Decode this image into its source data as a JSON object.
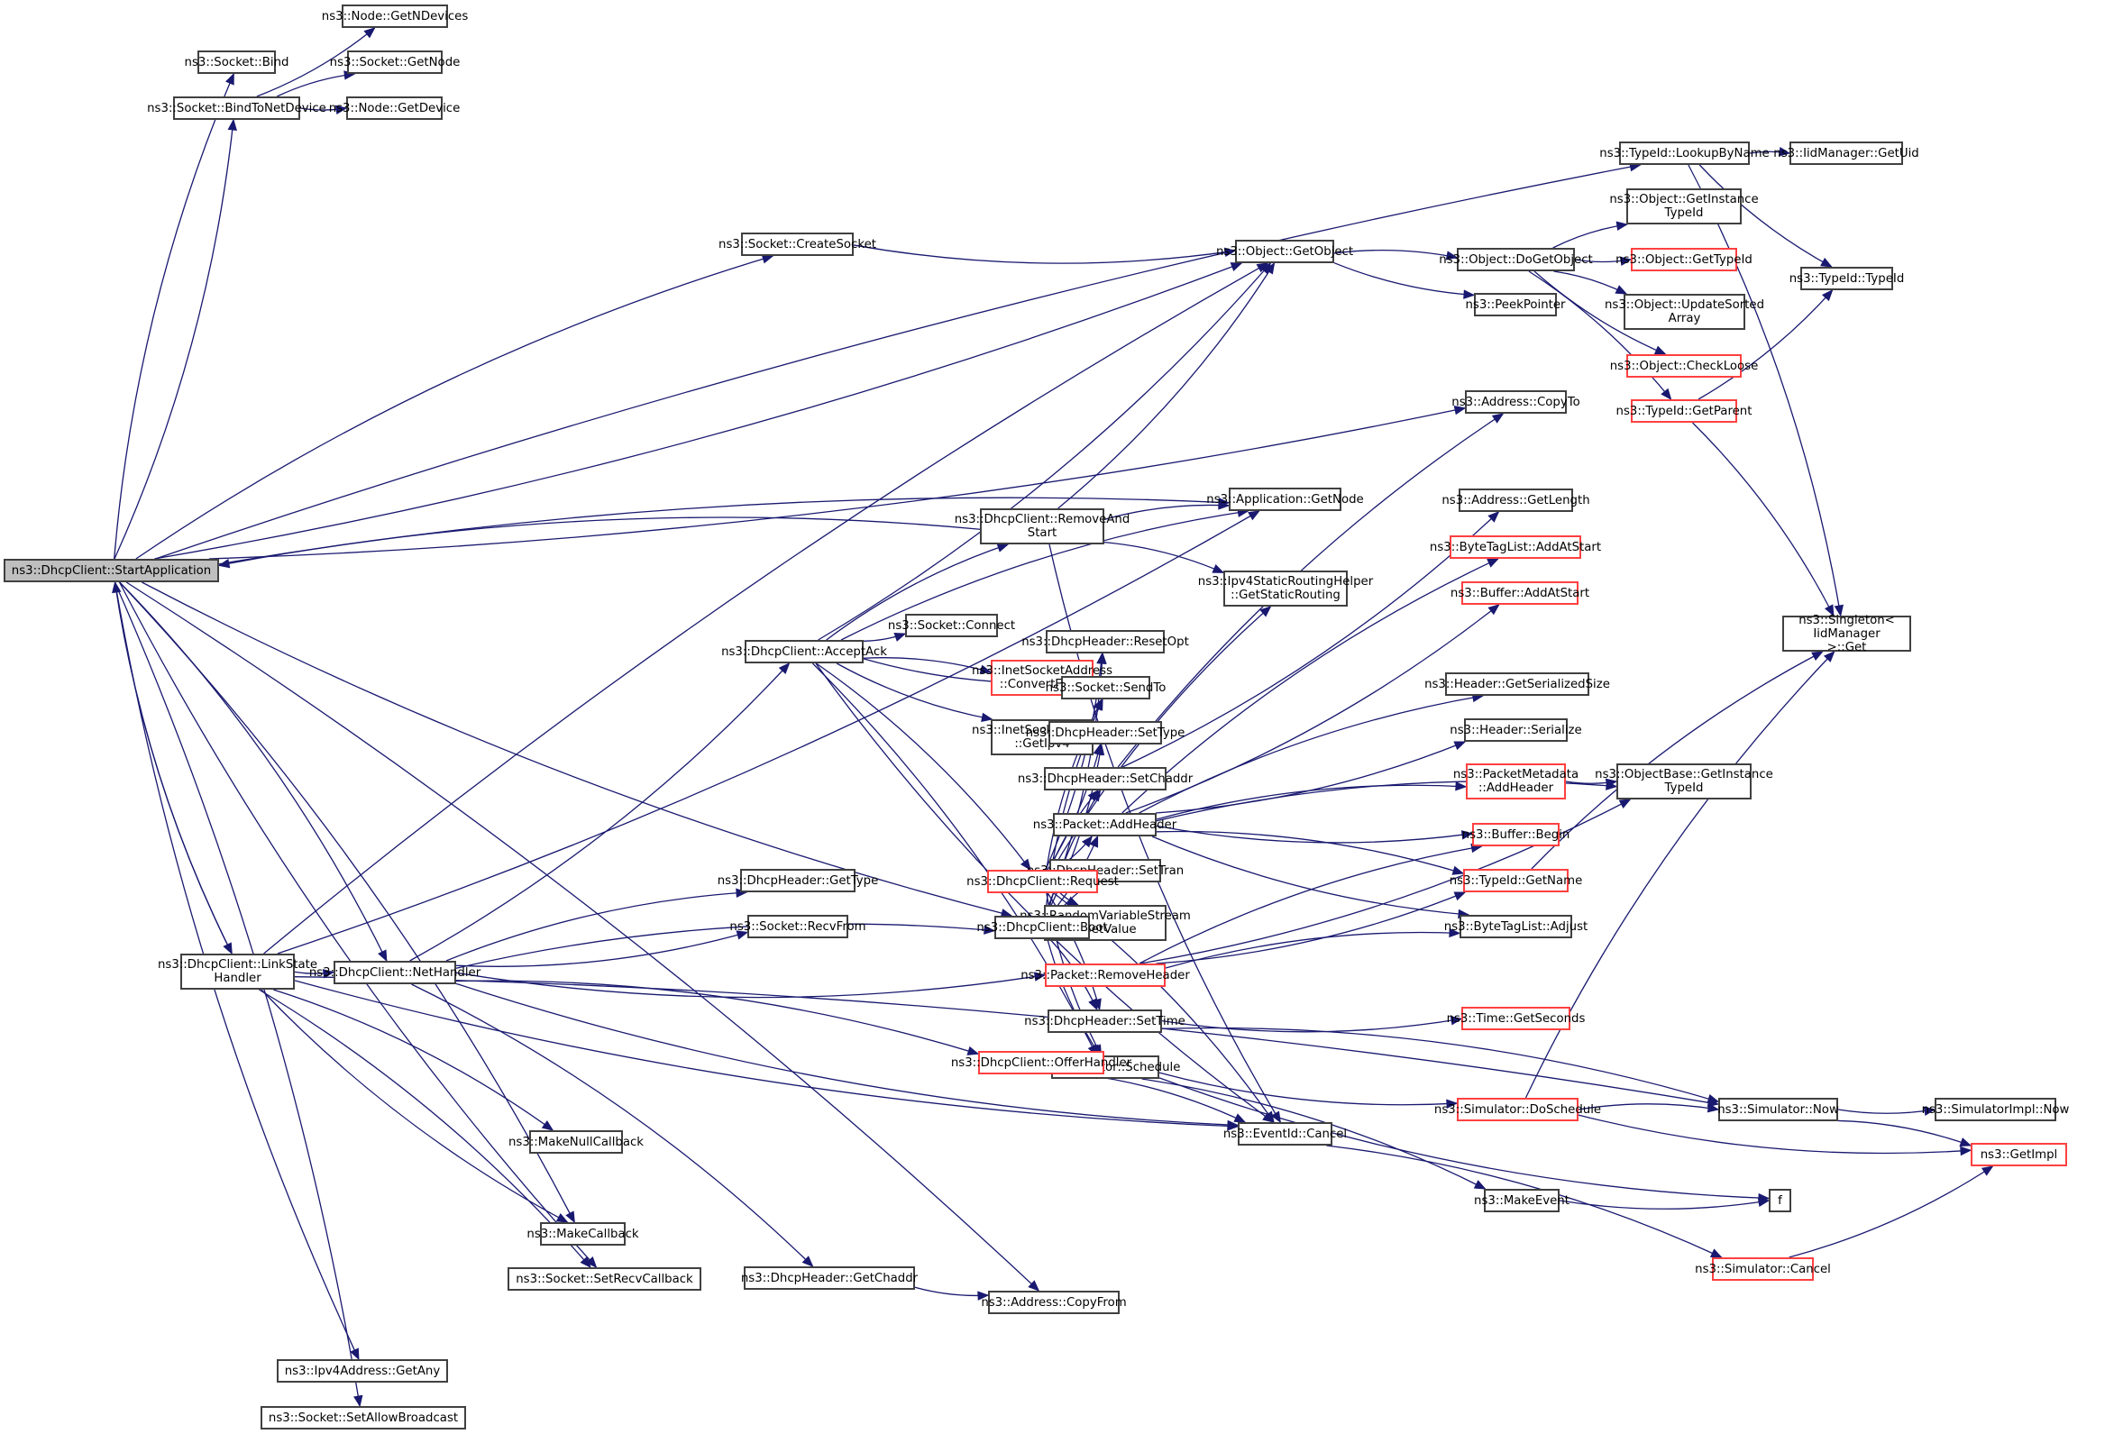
{
  "graph": {
    "type": "call-graph",
    "root": "start_application",
    "colors": {
      "edge": "#191970",
      "node_border": "#404040",
      "external_border": "#ff4040",
      "root_fill": "#bfbfbf",
      "background": "#ffffff"
    },
    "nodes": [
      {
        "id": "start_application",
        "label": "ns3::DhcpClient::StartApplication",
        "root": true
      },
      {
        "id": "socket_bind",
        "label": "ns3::Socket::Bind"
      },
      {
        "id": "bind_to_net_device",
        "label": "ns3::Socket::BindToNetDevice"
      },
      {
        "id": "node_getndevices",
        "label": "ns3::Node::GetNDevices"
      },
      {
        "id": "socket_getnode",
        "label": "ns3::Socket::GetNode"
      },
      {
        "id": "node_getdevice",
        "label": "ns3::Node::GetDevice"
      },
      {
        "id": "typeid_lookupbyname",
        "label": "ns3::TypeId::LookupByName"
      },
      {
        "id": "iidmanager_getuid",
        "label": "ns3::IidManager::GetUid"
      },
      {
        "id": "socket_createsocket",
        "label": "ns3::Socket::CreateSocket"
      },
      {
        "id": "object_getobject",
        "label": "ns3::Object::GetObject"
      },
      {
        "id": "object_dogetobject",
        "label": "ns3::Object::DoGetObject"
      },
      {
        "id": "peekpointer",
        "label": "ns3::PeekPointer"
      },
      {
        "id": "object_getinstancetypeid",
        "label": "ns3::Object::GetInstance\nTypeId"
      },
      {
        "id": "object_gettypeid",
        "label": "ns3::Object::GetTypeId",
        "red": true
      },
      {
        "id": "object_updatesortedarray",
        "label": "ns3::Object::UpdateSorted\nArray"
      },
      {
        "id": "object_checkloose",
        "label": "ns3::Object::CheckLoose",
        "red": true
      },
      {
        "id": "typeid_getparent",
        "label": "ns3::TypeId::GetParent",
        "red": true
      },
      {
        "id": "typeid_typeid",
        "label": "ns3::TypeId::TypeId"
      },
      {
        "id": "singleton_get",
        "label": "ns3::Singleton< IidManager\n >::Get"
      },
      {
        "id": "address_copyto",
        "label": "ns3::Address::CopyTo"
      },
      {
        "id": "application_getnode",
        "label": "ns3::Application::GetNode"
      },
      {
        "id": "removeandstart",
        "label": "ns3::DhcpClient::RemoveAnd\nStart"
      },
      {
        "id": "ipv4staticroutinghelper",
        "label": "ns3::Ipv4StaticRoutingHelper\n::GetStaticRouting"
      },
      {
        "id": "address_getlength",
        "label": "ns3::Address::GetLength"
      },
      {
        "id": "bytetaglist_addatstart",
        "label": "ns3::ByteTagList::AddAtStart",
        "red": true
      },
      {
        "id": "buffer_addatstart",
        "label": "ns3::Buffer::AddAtStart",
        "red": true
      },
      {
        "id": "header_getserializedsize",
        "label": "ns3::Header::GetSerializedSize"
      },
      {
        "id": "header_serialize",
        "label": "ns3::Header::Serialize"
      },
      {
        "id": "packetmetadata_addheader",
        "label": "ns3::PacketMetadata\n::AddHeader",
        "red": true
      },
      {
        "id": "objectbase_getinstancetypeid",
        "label": "ns3::ObjectBase::GetInstance\nTypeId"
      },
      {
        "id": "buffer_begin",
        "label": "ns3::Buffer::Begin",
        "red": true
      },
      {
        "id": "typeid_getname",
        "label": "ns3::TypeId::GetName",
        "red": true
      },
      {
        "id": "bytetaglist_adjust",
        "label": "ns3::ByteTagList::Adjust"
      },
      {
        "id": "acceptack",
        "label": "ns3::DhcpClient::AcceptAck"
      },
      {
        "id": "socket_connect",
        "label": "ns3::Socket::Connect"
      },
      {
        "id": "inetsocketaddress_convertfrom",
        "label": "ns3::InetSocketAddress\n::ConvertFrom",
        "red": true
      },
      {
        "id": "inetsocketaddress_getipv4",
        "label": "ns3::InetSocketAddress\n::GetIpv4"
      },
      {
        "id": "dhcpheader_resetopt",
        "label": "ns3::DhcpHeader::ResetOpt"
      },
      {
        "id": "socket_sendto",
        "label": "ns3::Socket::SendTo"
      },
      {
        "id": "dhcpheader_settype",
        "label": "ns3::DhcpHeader::SetType"
      },
      {
        "id": "dhcpheader_setchaddr",
        "label": "ns3::DhcpHeader::SetChaddr"
      },
      {
        "id": "packet_addheader",
        "label": "ns3::Packet::AddHeader"
      },
      {
        "id": "dhcpheader_settran",
        "label": "ns3::DhcpHeader::SetTran"
      },
      {
        "id": "randomvariablestream_getvalue",
        "label": "ns3::RandomVariableStream\n::GetValue"
      },
      {
        "id": "packet_removeheader",
        "label": "ns3::Packet::RemoveHeader",
        "red": true
      },
      {
        "id": "dhcpheader_settime",
        "label": "ns3::DhcpHeader::SetTime"
      },
      {
        "id": "time_getseconds",
        "label": "ns3::Time::GetSeconds",
        "red": true
      },
      {
        "id": "simulator_schedule",
        "label": "ns3::Simulator::Schedule"
      },
      {
        "id": "simulator_doschedule",
        "label": "ns3::Simulator::DoSchedule",
        "red": true
      },
      {
        "id": "simulator_now",
        "label": "ns3::Simulator::Now"
      },
      {
        "id": "simulatorimpl_now",
        "label": "ns3::SimulatorImpl::Now"
      },
      {
        "id": "getimpl",
        "label": "ns3::GetImpl",
        "red": true
      },
      {
        "id": "eventid_cancel",
        "label": "ns3::EventId::Cancel"
      },
      {
        "id": "makeevent",
        "label": "ns3::MakeEvent"
      },
      {
        "id": "f",
        "label": "f"
      },
      {
        "id": "simulator_cancel",
        "label": "ns3::Simulator::Cancel",
        "red": true
      },
      {
        "id": "dhcpclient_request",
        "label": "ns3::DhcpClient::Request",
        "red": true
      },
      {
        "id": "dhcpclient_boot",
        "label": "ns3::DhcpClient::Boot"
      },
      {
        "id": "dhcpheader_gettype",
        "label": "ns3::DhcpHeader::GetType"
      },
      {
        "id": "socket_recvfrom",
        "label": "ns3::Socket::RecvFrom"
      },
      {
        "id": "linkstatehandler",
        "label": "ns3::DhcpClient::LinkState\nHandler"
      },
      {
        "id": "nethandler",
        "label": "ns3::DhcpClient::NetHandler"
      },
      {
        "id": "offerhandler",
        "label": "ns3::DhcpClient::OfferHandler",
        "red": true
      },
      {
        "id": "makenullcallback",
        "label": "ns3::MakeNullCallback"
      },
      {
        "id": "makecallback",
        "label": "ns3::MakeCallback"
      },
      {
        "id": "socket_setrecvcallback",
        "label": "ns3::Socket::SetRecvCallback"
      },
      {
        "id": "dhcpheader_getchaddr",
        "label": "ns3::DhcpHeader::GetChaddr"
      },
      {
        "id": "address_copyfrom",
        "label": "ns3::Address::CopyFrom"
      },
      {
        "id": "ipv4address_getany",
        "label": "ns3::Ipv4Address::GetAny"
      },
      {
        "id": "socket_setallowbroadcast",
        "label": "ns3::Socket::SetAllowBroadcast"
      }
    ],
    "edges": [
      [
        "start_application",
        "socket_bind"
      ],
      [
        "start_application",
        "bind_to_net_device"
      ],
      [
        "start_application",
        "typeid_lookupbyname"
      ],
      [
        "start_application",
        "object_getobject"
      ],
      [
        "start_application",
        "socket_createsocket"
      ],
      [
        "start_application",
        "address_copyto"
      ],
      [
        "start_application",
        "application_getnode"
      ],
      [
        "start_application",
        "linkstatehandler"
      ],
      [
        "start_application",
        "nethandler"
      ],
      [
        "start_application",
        "dhcpclient_boot"
      ],
      [
        "start_application",
        "makecallback"
      ],
      [
        "start_application",
        "socket_setrecvcallback"
      ],
      [
        "start_application",
        "address_copyfrom"
      ],
      [
        "start_application",
        "ipv4address_getany"
      ],
      [
        "start_application",
        "socket_setallowbroadcast"
      ],
      [
        "bind_to_net_device",
        "node_getndevices"
      ],
      [
        "bind_to_net_device",
        "socket_getnode"
      ],
      [
        "bind_to_net_device",
        "node_getdevice"
      ],
      [
        "typeid_lookupbyname",
        "iidmanager_getuid"
      ],
      [
        "typeid_lookupbyname",
        "typeid_typeid"
      ],
      [
        "typeid_lookupbyname",
        "singleton_get"
      ],
      [
        "socket_createsocket",
        "object_getobject"
      ],
      [
        "object_getobject",
        "object_dogetobject"
      ],
      [
        "object_getobject",
        "peekpointer"
      ],
      [
        "object_dogetobject",
        "object_getinstancetypeid"
      ],
      [
        "object_dogetobject",
        "object_gettypeid"
      ],
      [
        "object_dogetobject",
        "object_updatesortedarray"
      ],
      [
        "object_dogetobject",
        "object_checkloose"
      ],
      [
        "object_dogetobject",
        "typeid_getparent"
      ],
      [
        "typeid_getparent",
        "typeid_typeid"
      ],
      [
        "typeid_getparent",
        "singleton_get"
      ],
      [
        "removeandstart",
        "start_application"
      ],
      [
        "removeandstart",
        "application_getnode"
      ],
      [
        "removeandstart",
        "object_getobject"
      ],
      [
        "removeandstart",
        "ipv4staticroutinghelper"
      ],
      [
        "removeandstart",
        "eventid_cancel"
      ],
      [
        "acceptack",
        "removeandstart"
      ],
      [
        "acceptack",
        "object_getobject"
      ],
      [
        "acceptack",
        "application_getnode"
      ],
      [
        "acceptack",
        "socket_connect"
      ],
      [
        "acceptack",
        "inetsocketaddress_convertfrom"
      ],
      [
        "acceptack",
        "inetsocketaddress_getipv4"
      ],
      [
        "acceptack",
        "dhcpclient_request"
      ],
      [
        "acceptack",
        "socket_sendto"
      ],
      [
        "acceptack",
        "simulator_schedule"
      ],
      [
        "acceptack",
        "eventid_cancel"
      ],
      [
        "dhcpclient_request",
        "ipv4staticroutinghelper"
      ],
      [
        "dhcpclient_request",
        "dhcpheader_resetopt"
      ],
      [
        "dhcpclient_request",
        "socket_sendto"
      ],
      [
        "dhcpclient_request",
        "dhcpheader_settype"
      ],
      [
        "dhcpclient_request",
        "dhcpheader_setchaddr"
      ],
      [
        "dhcpclient_request",
        "packet_addheader"
      ],
      [
        "dhcpclient_request",
        "dhcpheader_settran"
      ],
      [
        "dhcpclient_request",
        "randomvariablestream_getvalue"
      ],
      [
        "dhcpclient_request",
        "dhcpheader_settime"
      ],
      [
        "dhcpclient_request",
        "simulator_schedule"
      ],
      [
        "dhcpclient_request",
        "eventid_cancel"
      ],
      [
        "dhcpclient_boot",
        "dhcpheader_resetopt"
      ],
      [
        "dhcpclient_boot",
        "socket_sendto"
      ],
      [
        "dhcpclient_boot",
        "dhcpheader_settype"
      ],
      [
        "dhcpclient_boot",
        "dhcpheader_setchaddr"
      ],
      [
        "dhcpclient_boot",
        "packet_addheader"
      ],
      [
        "dhcpclient_boot",
        "dhcpheader_settran"
      ],
      [
        "dhcpclient_boot",
        "randomvariablestream_getvalue"
      ],
      [
        "dhcpclient_boot",
        "dhcpheader_settime"
      ],
      [
        "dhcpclient_boot",
        "simulator_schedule"
      ],
      [
        "dhcpheader_setchaddr",
        "address_copyto"
      ],
      [
        "dhcpheader_setchaddr",
        "address_getlength"
      ],
      [
        "packet_addheader",
        "bytetaglist_addatstart"
      ],
      [
        "packet_addheader",
        "buffer_addatstart"
      ],
      [
        "packet_addheader",
        "header_getserializedsize"
      ],
      [
        "packet_addheader",
        "header_serialize"
      ],
      [
        "packet_addheader",
        "packetmetadata_addheader"
      ],
      [
        "packet_addheader",
        "buffer_begin"
      ],
      [
        "packet_addheader",
        "typeid_getname"
      ],
      [
        "packet_addheader",
        "bytetaglist_adjust"
      ],
      [
        "packet_addheader",
        "objectbase_getinstancetypeid"
      ],
      [
        "packetmetadata_addheader",
        "objectbase_getinstancetypeid"
      ],
      [
        "packet_removeheader",
        "buffer_begin"
      ],
      [
        "packet_removeheader",
        "typeid_getname"
      ],
      [
        "packet_removeheader",
        "bytetaglist_adjust"
      ],
      [
        "packet_removeheader",
        "objectbase_getinstancetypeid"
      ],
      [
        "typeid_getname",
        "singleton_get"
      ],
      [
        "dhcpheader_settime",
        "time_getseconds"
      ],
      [
        "dhcpheader_settime",
        "simulator_now"
      ],
      [
        "simulator_schedule",
        "simulator_doschedule"
      ],
      [
        "simulator_schedule",
        "makeevent"
      ],
      [
        "simulator_schedule",
        "f"
      ],
      [
        "simulator_doschedule",
        "simulator_now"
      ],
      [
        "simulator_doschedule",
        "getimpl"
      ],
      [
        "simulator_doschedule",
        "singleton_get"
      ],
      [
        "simulator_now",
        "simulatorimpl_now"
      ],
      [
        "simulator_now",
        "getimpl"
      ],
      [
        "makeevent",
        "f"
      ],
      [
        "eventid_cancel",
        "simulator_cancel"
      ],
      [
        "simulator_cancel",
        "getimpl"
      ],
      [
        "linkstatehandler",
        "start_application"
      ],
      [
        "linkstatehandler",
        "nethandler"
      ],
      [
        "linkstatehandler",
        "object_getobject"
      ],
      [
        "linkstatehandler",
        "application_getnode"
      ],
      [
        "linkstatehandler",
        "makenullcallback"
      ],
      [
        "linkstatehandler",
        "makecallback"
      ],
      [
        "linkstatehandler",
        "socket_setrecvcallback"
      ],
      [
        "linkstatehandler",
        "eventid_cancel"
      ],
      [
        "linkstatehandler",
        "simulator_now"
      ],
      [
        "nethandler",
        "acceptack"
      ],
      [
        "nethandler",
        "dhcpheader_gettype"
      ],
      [
        "nethandler",
        "socket_recvfrom"
      ],
      [
        "nethandler",
        "dhcpclient_boot"
      ],
      [
        "nethandler",
        "packet_removeheader"
      ],
      [
        "nethandler",
        "offerhandler"
      ],
      [
        "nethandler",
        "eventid_cancel"
      ],
      [
        "nethandler",
        "dhcpheader_getchaddr"
      ],
      [
        "offerhandler",
        "simulator_schedule"
      ],
      [
        "offerhandler",
        "eventid_cancel"
      ],
      [
        "dhcpheader_getchaddr",
        "address_copyfrom"
      ]
    ]
  }
}
